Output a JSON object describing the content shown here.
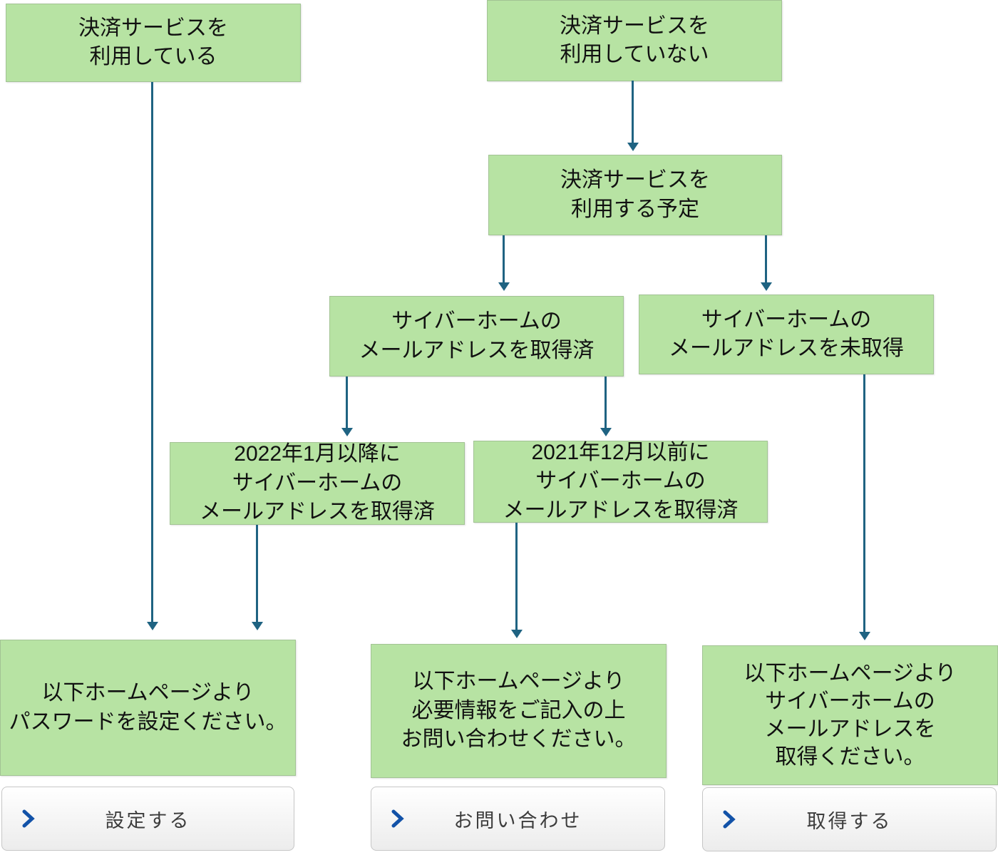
{
  "colors": {
    "box_fill": "#b7e3a3",
    "box_border": "#a2c394",
    "arrow": "#1f6382",
    "chevron": "#1252a8",
    "button_text": "#3d3d3d",
    "button_border": "#c6c6c6"
  },
  "flowchart": {
    "nodes": {
      "using": "決済サービスを\n利用している",
      "not_using": "決済サービスを\n利用していない",
      "plan_to_use": "決済サービスを\n利用する予定",
      "email_acquired": "サイバーホームの\nメールアドレスを取得済",
      "email_not_acquired": "サイバーホームの\nメールアドレスを未取得",
      "acquired_after_2022": "2022年1月以降に\nサイバーホームの\nメールアドレスを取得済",
      "acquired_before_2021": "2021年12月以前に\nサイバーホームの\nメールアドレスを取得済",
      "result_set_password": "以下ホームページより\nパスワードを設定ください。",
      "result_contact": "以下ホームページより\n必要情報をご記入の上\nお問い合わせください。",
      "result_get_email": "以下ホームページより\nサイバーホームの\nメールアドレスを\n取得ください。"
    },
    "edges": [
      {
        "from": "using",
        "to": "result_set_password"
      },
      {
        "from": "not_using",
        "to": "plan_to_use"
      },
      {
        "from": "plan_to_use",
        "to": "email_acquired"
      },
      {
        "from": "plan_to_use",
        "to": "email_not_acquired"
      },
      {
        "from": "email_acquired",
        "to": "acquired_after_2022"
      },
      {
        "from": "email_acquired",
        "to": "acquired_before_2021"
      },
      {
        "from": "acquired_after_2022",
        "to": "result_set_password"
      },
      {
        "from": "acquired_before_2021",
        "to": "result_contact"
      },
      {
        "from": "email_not_acquired",
        "to": "result_get_email"
      }
    ],
    "buttons": {
      "set": "設定する",
      "contact": "お問い合わせ",
      "get": "取得する"
    },
    "icons": {
      "button_chevron": "chevron-right"
    }
  }
}
